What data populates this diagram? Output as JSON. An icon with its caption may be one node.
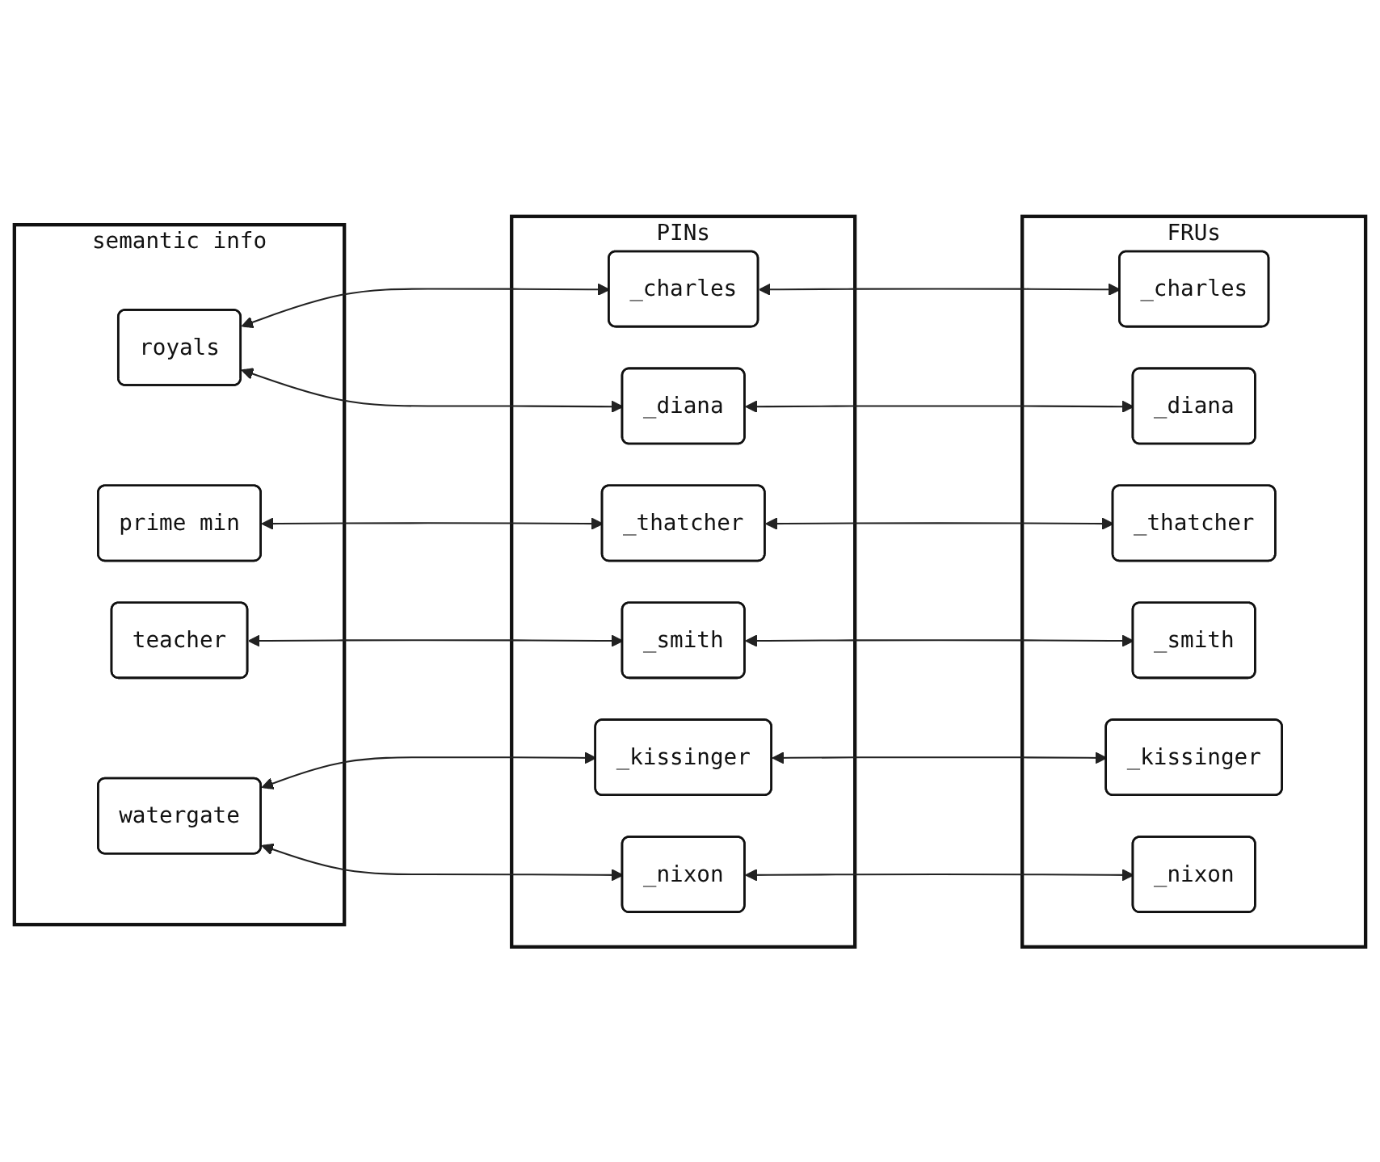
{
  "diagram": {
    "nodes": [
      {
        "text": [
          "FRUs"
        ]
      },
      {
        "text": [
          "_charles"
        ],
        "in": 0
      },
      {
        "text": [
          "_diana"
        ],
        "in": 0
      },
      {
        "text": [
          "_thatcher"
        ],
        "in": 0
      },
      {
        "text": [
          "_smith"
        ],
        "in": 0
      },
      {
        "text": [
          "_kissinger"
        ],
        "in": 0
      },
      {
        "text": [
          "_nixon"
        ],
        "in": 0
      },
      {
        "text": [
          "PINs"
        ]
      },
      {
        "text": [
          "_charles"
        ],
        "in": 7
      },
      {
        "text": [
          "_diana"
        ],
        "in": 7
      },
      {
        "text": [
          "_thatcher"
        ],
        "in": 7
      },
      {
        "text": [
          "_smith"
        ],
        "in": 7
      },
      {
        "text": [
          "_kissinger"
        ],
        "in": 7
      },
      {
        "text": [
          "_nixon"
        ],
        "in": 7
      },
      {
        "text": [
          "semantic info"
        ]
      },
      {
        "text": [
          "royals"
        ],
        "in": 14
      },
      {
        "text": [
          "prime min"
        ],
        "in": 14
      },
      {
        "text": [
          "teacher"
        ],
        "in": 14
      },
      {
        "text": [
          "watergate"
        ],
        "in": 14
      }
    ],
    "edges": [
      {
        "from": 8,
        "to": 1,
        "arrow": "both"
      },
      {
        "from": 9,
        "to": 2,
        "arrow": "both"
      },
      {
        "from": 10,
        "to": 3,
        "arrow": "both"
      },
      {
        "from": 11,
        "to": 4,
        "arrow": "both"
      },
      {
        "from": 12,
        "to": 5,
        "arrow": "both"
      },
      {
        "from": 13,
        "to": 6,
        "arrow": "both"
      },
      {
        "from": 15,
        "to": 9,
        "arrow": "both"
      },
      {
        "from": 15,
        "to": 8,
        "arrow": "both"
      },
      {
        "from": 16,
        "to": 10,
        "arrow": "both"
      },
      {
        "from": 17,
        "to": 11,
        "arrow": "both"
      },
      {
        "from": 18,
        "to": 13,
        "arrow": "both"
      },
      {
        "from": 18,
        "to": 12,
        "arrow": "both"
      }
    ]
  }
}
